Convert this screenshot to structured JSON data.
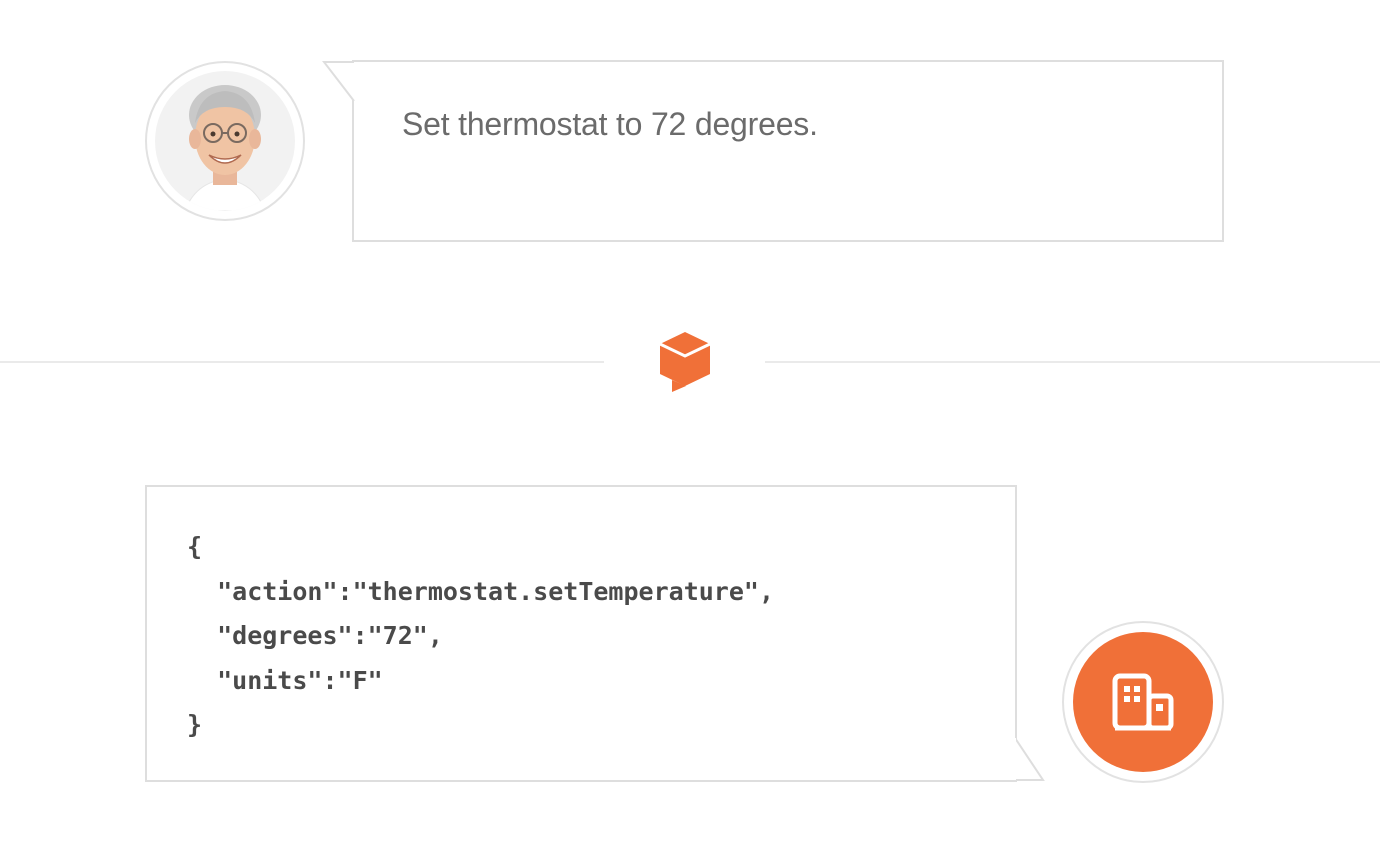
{
  "conversation": {
    "user_message": "Set thermostat to 72 degrees.",
    "response_code_lines": [
      "{",
      "  \"action\":\"thermostat.setTemperature\",",
      "  \"degrees\":\"72\",",
      "  \"units\":\"F\"",
      "}"
    ]
  },
  "icons": {
    "user_avatar": "user-avatar-photo",
    "center_logo": "orange-cube-chat-icon",
    "bot_avatar": "building-icon"
  },
  "colors": {
    "accent": "#f07038",
    "border": "#dedede",
    "text": "#6b6b6b",
    "code_text": "#4a4a4a"
  }
}
